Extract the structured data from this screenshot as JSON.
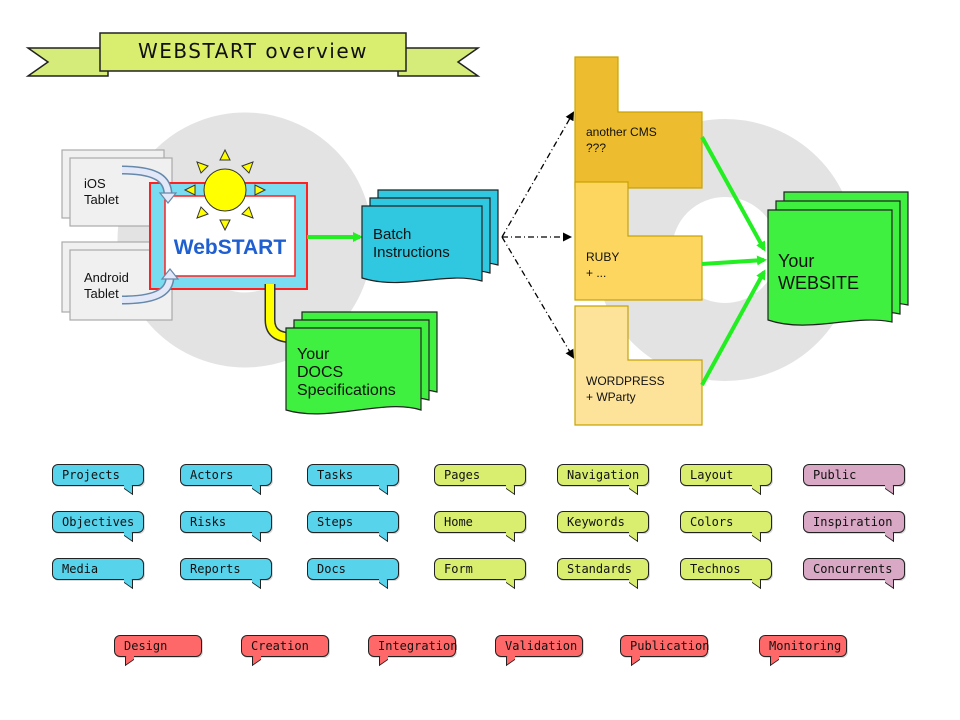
{
  "banner": {
    "title": "WEBSTART overview"
  },
  "inputs": [
    {
      "label": "iOS\nTablet"
    },
    {
      "label": "Android\nTablet"
    }
  ],
  "core": {
    "label": "WebSTART"
  },
  "batch": {
    "label": "Batch\nInstructions"
  },
  "docs": {
    "label": "Your\nDOCS\nSpecifications"
  },
  "targets": [
    {
      "label": "another CMS\n???",
      "color": "#eebd2f"
    },
    {
      "label": "RUBY\n+ ...",
      "color": "#fdd65f"
    },
    {
      "label": "WORDPRESS\n+ WParty",
      "color": "#fde39a"
    }
  ],
  "website": {
    "label": "Your\nWEBSITE"
  },
  "colors": {
    "blue": "#58d3ec",
    "green": "#d9ee6f",
    "pink": "#d8a8c4",
    "red": "#ff6868",
    "doc_green": "#40f040",
    "batch_blue": "#30c8e0"
  },
  "tags": {
    "rows": [
      [
        {
          "label": "Projects",
          "color": "blue"
        },
        {
          "label": "Actors",
          "color": "blue"
        },
        {
          "label": "Tasks",
          "color": "blue"
        },
        {
          "label": "Pages",
          "color": "green"
        },
        {
          "label": "Navigation",
          "color": "green"
        },
        {
          "label": "Layout",
          "color": "green"
        },
        {
          "label": "Public",
          "color": "pink"
        }
      ],
      [
        {
          "label": "Objectives",
          "color": "blue"
        },
        {
          "label": "Risks",
          "color": "blue"
        },
        {
          "label": "Steps",
          "color": "blue"
        },
        {
          "label": "Home",
          "color": "green"
        },
        {
          "label": "Keywords",
          "color": "green"
        },
        {
          "label": "Colors",
          "color": "green"
        },
        {
          "label": "Inspiration",
          "color": "pink"
        }
      ],
      [
        {
          "label": "Media",
          "color": "blue"
        },
        {
          "label": "Reports",
          "color": "blue"
        },
        {
          "label": "Docs",
          "color": "blue"
        },
        {
          "label": "Form",
          "color": "green"
        },
        {
          "label": "Standards",
          "color": "green"
        },
        {
          "label": "Technos",
          "color": "green"
        },
        {
          "label": "Concurrents",
          "color": "pink"
        }
      ]
    ],
    "process": [
      "Design",
      "Creation",
      "Integration",
      "Validation",
      "Publication",
      "Monitoring"
    ]
  }
}
